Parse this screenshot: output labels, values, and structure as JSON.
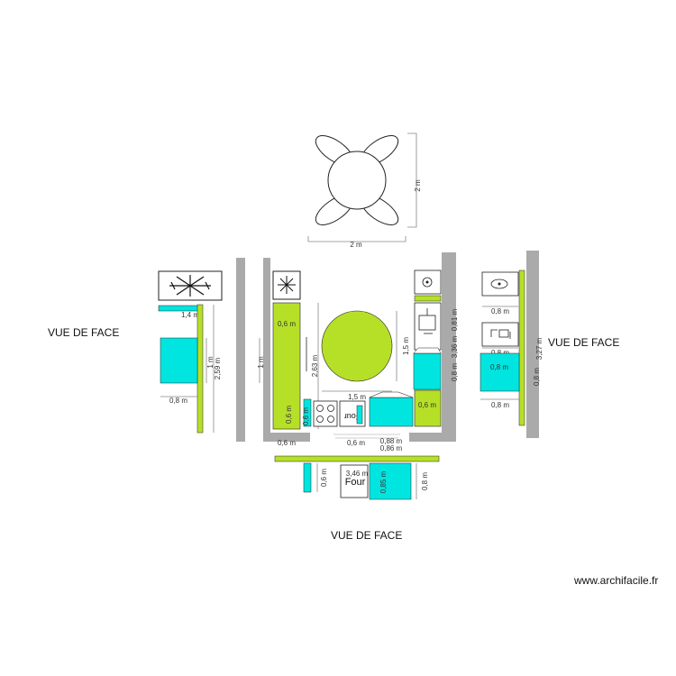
{
  "labels": {
    "vue_left": "VUE DE FACE",
    "vue_right": "VUE DE FACE",
    "vue_bottom": "VUE DE FACE",
    "watermark": "www.archifacile.fr",
    "oven_1": "Four",
    "oven_2": "Four"
  },
  "dimensions": {
    "table_v": "2 m",
    "table_h": "2 m",
    "left_14": "1,4 m",
    "left_1": "1 m",
    "left_259": "2,59 m",
    "left_08": "0,8 m",
    "plan_06a": "0,6 m",
    "plan_06b": "0,6 m",
    "plan_1": "1 m",
    "plan_263": "2,63 m",
    "plan_15a": "1,5 m",
    "plan_15b": "1,5 m",
    "plan_336": "3,36 m",
    "plan_081a": "0,81 m",
    "plan_08a": "0,8 m",
    "plan_06c": "0,6 m",
    "plan_06d": "0,6 m",
    "plan_06e": "0,6 m",
    "plan_088": "0,88 m",
    "plan_086": "0,86 m",
    "plan_06f": "0,6 m",
    "right_08a": "0,8 m",
    "right_08b": "0,8 m",
    "right_08c": "0,8 m",
    "right_08d": "0,8 m",
    "right_327": "3,27 m",
    "bottom_346": "3,46 m",
    "bottom_06": "0,6 m",
    "bottom_085": "0,85 m",
    "bottom_08": "0,8 m"
  },
  "colors": {
    "lime": "#b6e027",
    "cyan": "#00e5e0",
    "wall": "#aaaaaa",
    "dim_line": "#888888"
  }
}
